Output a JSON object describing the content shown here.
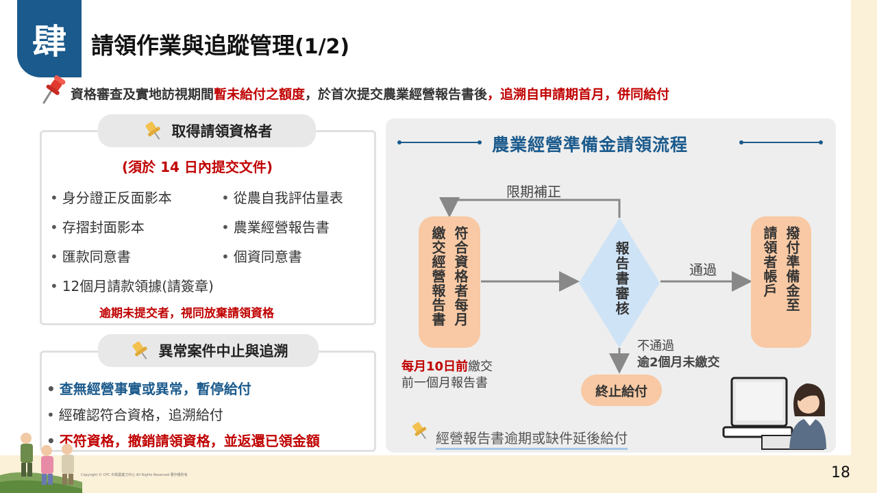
{
  "section_badge": "肆",
  "title": {
    "main": "請領作業與追蹤管理",
    "sub": "(1/2)"
  },
  "top_note": {
    "part1": "資格審查及實地訪視期間",
    "part2": "暫未給付之額度",
    "part3": "，於首次提交農業經營報告書後",
    "part4": "，追溯自申請期首月，併同給付"
  },
  "qualify_box": {
    "heading": "取得請領資格者",
    "deadline": "(須於 14 日內提交文件)",
    "items": [
      "身分證正反面影本",
      "從農自我評估量表",
      "存摺封面影本",
      "農業經營報告書",
      "匯款同意書",
      "個資同意書",
      "12個月請款領據(請簽章)"
    ],
    "warning": "逾期未提交者，視同放棄請領資格"
  },
  "abnormal_box": {
    "heading": "異常案件中止與追溯",
    "items": [
      "查無經營事實或異常，暫停給付",
      "經確認符合資格，追溯給付",
      "不符資格，撤銷請領資格，並返還已領金額"
    ]
  },
  "flow": {
    "title": "農業經營準備金請領流程",
    "box1": {
      "col1": "符合資格者每月",
      "col2": "繳交經營報告書"
    },
    "diamond": "報告書審核",
    "correction": "限期補正",
    "pass": "通過",
    "box3": {
      "col1": "撥付準備金至",
      "col2": "請領者帳戶"
    },
    "fail": "不通過",
    "fail_condition": "逾2個月未繳交",
    "stop": "終止給付",
    "monthly_deadline": "每月10日前",
    "monthly_rest": "繳交",
    "monthly_line2": "前一個月報告書",
    "bottom_note": "經營報告書逾期或缺件延後給付"
  },
  "copyright": "Copyright © CPC 中興農業力中心 All Rights Reserved 著作權所有",
  "page_number": "18",
  "colors": {
    "navy": "#1b5a8c",
    "red": "#c00000",
    "peach": "#f8c9a4",
    "diamond": "#cfe3f6",
    "background": "#fbf0d8"
  },
  "icons": [
    "pushpin-icon",
    "thumbtack-icon",
    "arrow-icon",
    "office-worker-illustration",
    "farmers-illustration"
  ]
}
